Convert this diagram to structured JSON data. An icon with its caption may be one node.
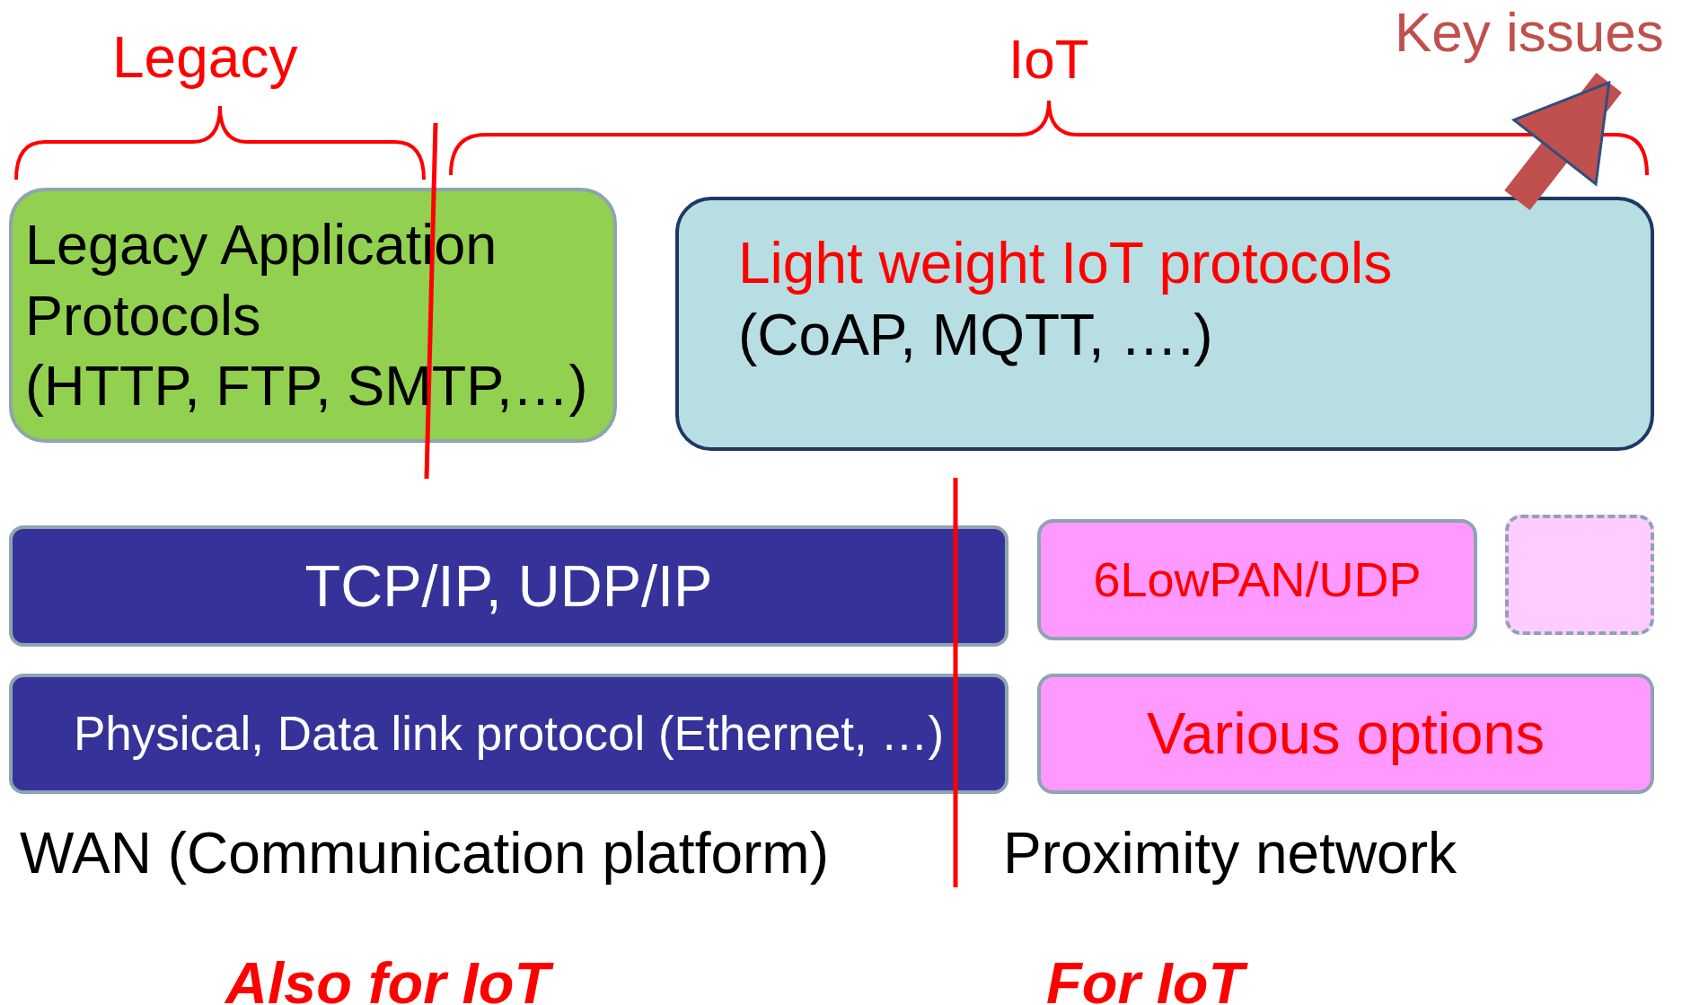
{
  "diagram": {
    "nodes": [
      {
        "text": [
          "Key issues"
        ]
      },
      {
        "text": [
          "Legacy Application Protocols",
          "(HTTP, FTP, SMTP,…)"
        ]
      },
      {
        "text": [
          "Light weight IoT protocols",
          "(CoAP, MQTT, ….)"
        ]
      },
      {
        "text": [
          "TCP/IP, UDP/IP"
        ]
      },
      {
        "text": [
          "6LowPAN/UDP"
        ]
      },
      {
        "text": [],
        "shape": "box"
      },
      {
        "text": [
          "Physical, Data link protocol (Ethernet, …)"
        ]
      },
      {
        "text": [
          "Various options"
        ]
      }
    ],
    "edges": [
      {
        "from": 2,
        "to": 0,
        "arrow": "to",
        "color": "#c0504d"
      }
    ],
    "labels": [
      "Legacy",
      "IoT",
      "WAN (Communication platform)",
      "Proximity network",
      "Also for IoT",
      "For IoT"
    ]
  }
}
